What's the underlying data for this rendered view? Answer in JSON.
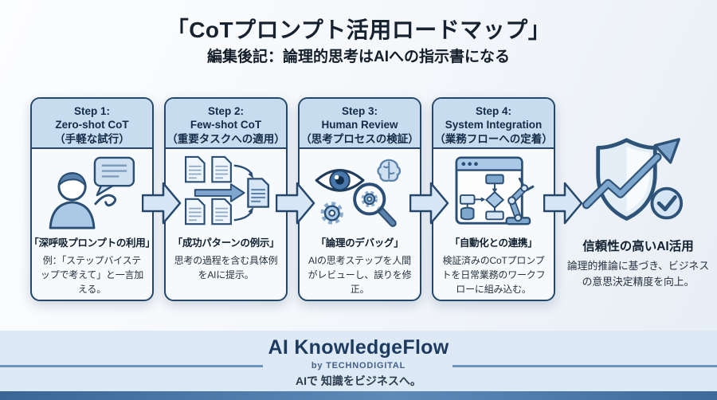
{
  "header": {
    "title": "「CoTプロンプト活用ロードマップ」",
    "subtitle": "編集後記：論理的思考はAIへの指示書になる"
  },
  "steps": [
    {
      "step": "Step 1:",
      "name": "Zero-shot CoT",
      "sub": "（手軽な試行）",
      "icon": "person-speech-icon",
      "heading": "「深呼吸プロンプトの利用」",
      "body": "例：「ステップバイステップで考えて」と一言加える。"
    },
    {
      "step": "Step 2:",
      "name": "Few-shot CoT",
      "sub": "（重要タスクへの適用）",
      "icon": "documents-merge-icon",
      "heading": "「成功パターンの例示」",
      "body": "思考の過程を含む具体例をAIに提示。"
    },
    {
      "step": "Step 3:",
      "name": "Human Review",
      "sub": "（思考プロセスの検証）",
      "icon": "review-magnifier-icon",
      "heading": "「論理のデバッグ」",
      "body": "AIの思考ステップを人間がレビューし、誤りを修正。"
    },
    {
      "step": "Step 4:",
      "name": "System Integration",
      "sub": "（業務フローへの定着）",
      "icon": "workflow-robot-icon",
      "heading": "「自動化との連携」",
      "body": "検証済みのCoTプロンプトを日常業務のワークフローに組み込む。"
    }
  ],
  "outcome": {
    "icon": "shield-growth-icon",
    "heading": "信頼性の高いAI活用",
    "body": "論理的推論に基づき、ビジネスの意思決定精度を向上。"
  },
  "footer": {
    "brand": "AI KnowledgeFlow",
    "byline": "by TECHNODIGITAL",
    "tagline": "AIで 知識をビジネスへ。"
  },
  "colors": {
    "accent_outline": "#24476b",
    "card_header_bg": "#c7dcee",
    "card_body_bg": "#f6fafd",
    "arrow_fill": "#d6e6f4",
    "footer_band": "#dde9f4",
    "bottom_bar": "#46749f",
    "brand_text": "#1d3a5f"
  }
}
